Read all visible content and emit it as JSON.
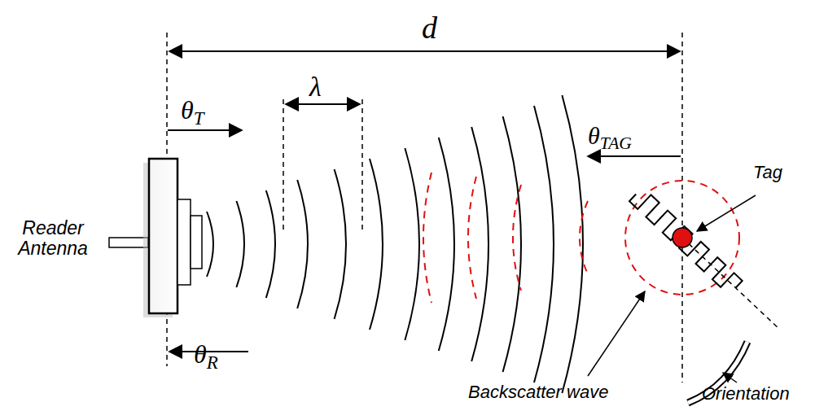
{
  "diagram": {
    "labels": [
      "d",
      "λ",
      "θT",
      "θTAG",
      "Tag",
      "Reader Antenna",
      "θR",
      "Backscatter wave",
      "Orientation"
    ]
  }
}
